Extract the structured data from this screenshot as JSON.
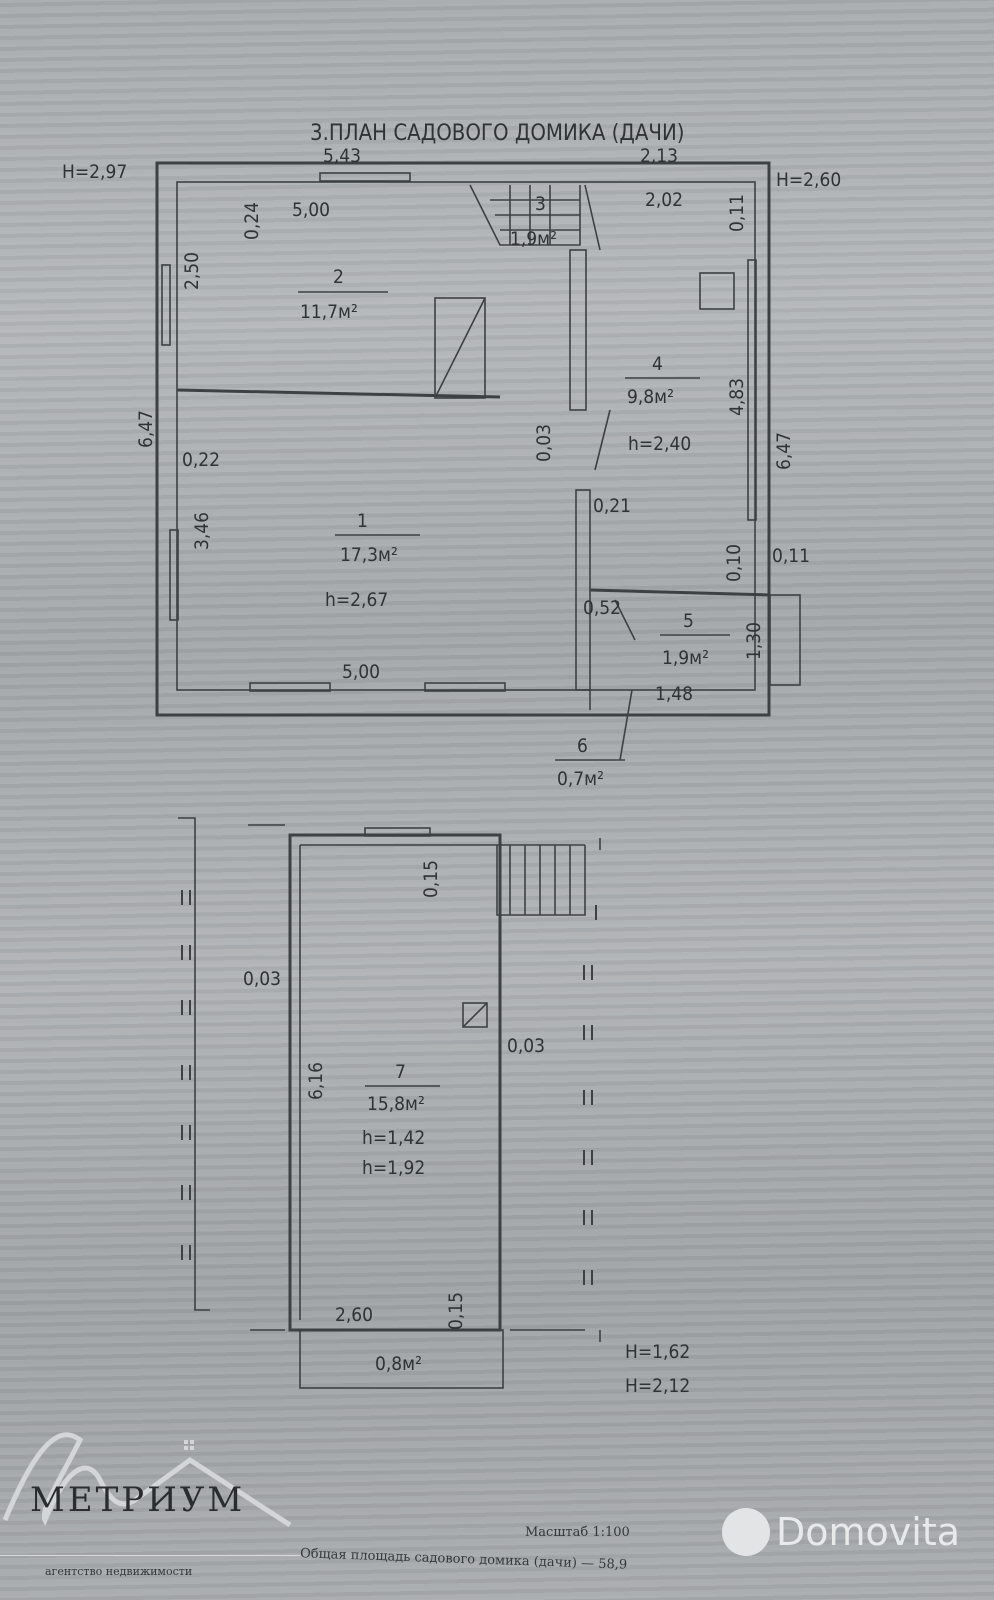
{
  "title": "3.ПЛАН САДОВОГО ДОМИКА (ДАЧИ)",
  "upper_plan": {
    "heights": {
      "left": "H=2,97",
      "right": "H=2,60"
    },
    "dimensions": [
      "5,43",
      "2,13",
      "5,00",
      "0,24",
      "2,02",
      "0,11",
      "2,50",
      "6,47",
      "0,22",
      "3,46",
      "0,03",
      "4,83",
      "6,47",
      "0,21",
      "0,10",
      "0,11",
      "0,52",
      "1,30",
      "1,48",
      "5,00"
    ],
    "rooms": [
      {
        "number": "1",
        "area": "17,3м²",
        "height": "h=2,67"
      },
      {
        "number": "2",
        "area": "11,7м²"
      },
      {
        "number": "3",
        "area": "1,9м²"
      },
      {
        "number": "4",
        "area": "9,8м²",
        "height": "h=2,40"
      },
      {
        "number": "5",
        "area": "1,9м²"
      },
      {
        "number": "6",
        "area": "0,7м²"
      }
    ]
  },
  "lower_plan": {
    "dimensions": [
      "0,15",
      "0,03",
      "6,16",
      "0,03",
      "2,60",
      "0,15"
    ],
    "rooms": [
      {
        "number": "7",
        "area": "15,8м²",
        "height1": "h=1,42",
        "height2": "h=1,92"
      },
      {
        "area": "0,8м²"
      }
    ],
    "heights": [
      "H=1,62",
      "H=2,12"
    ]
  },
  "footer": {
    "scale": "Масштаб 1:100",
    "total_area": "Общая площадь садового домика (дачи) — 58,9"
  },
  "watermarks": {
    "agency_name": "МЕТРИУМ",
    "agency_tagline": "агентство недвижимости",
    "site": "Domovita"
  }
}
